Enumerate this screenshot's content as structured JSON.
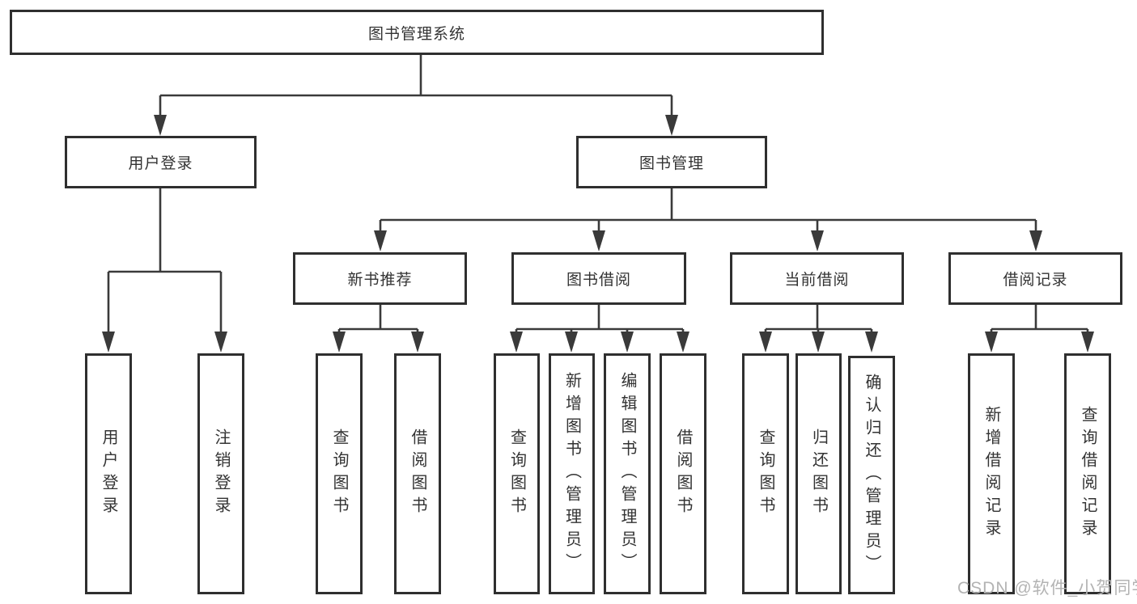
{
  "diagram": {
    "root": "图书管理系统",
    "level2": {
      "user_login": "用户登录",
      "book_management": "图书管理"
    },
    "level3": {
      "new_book_recommend": "新书推荐",
      "book_borrow": "图书借阅",
      "current_borrow": "当前借阅",
      "borrow_record": "借阅记录"
    },
    "leaves": {
      "user_login": [
        "用户登录",
        "注销登录"
      ],
      "new_book_recommend": [
        "查询图书",
        "借阅图书"
      ],
      "book_borrow": [
        "查询图书",
        "新增图书（管理员）",
        "编辑图书（管理员）",
        "借阅图书"
      ],
      "current_borrow": [
        "查询图书",
        "归还图书",
        "确认归还（管理员）"
      ],
      "borrow_record": [
        "新增借阅记录",
        "查询借阅记录"
      ]
    }
  },
  "watermark": "CSDN @软件_小贺同学",
  "colors": {
    "line": "#3a3a3a",
    "border": "#2f2f2f",
    "text": "#333333",
    "watermark": "#b3b3b3",
    "background": "#ffffff"
  }
}
